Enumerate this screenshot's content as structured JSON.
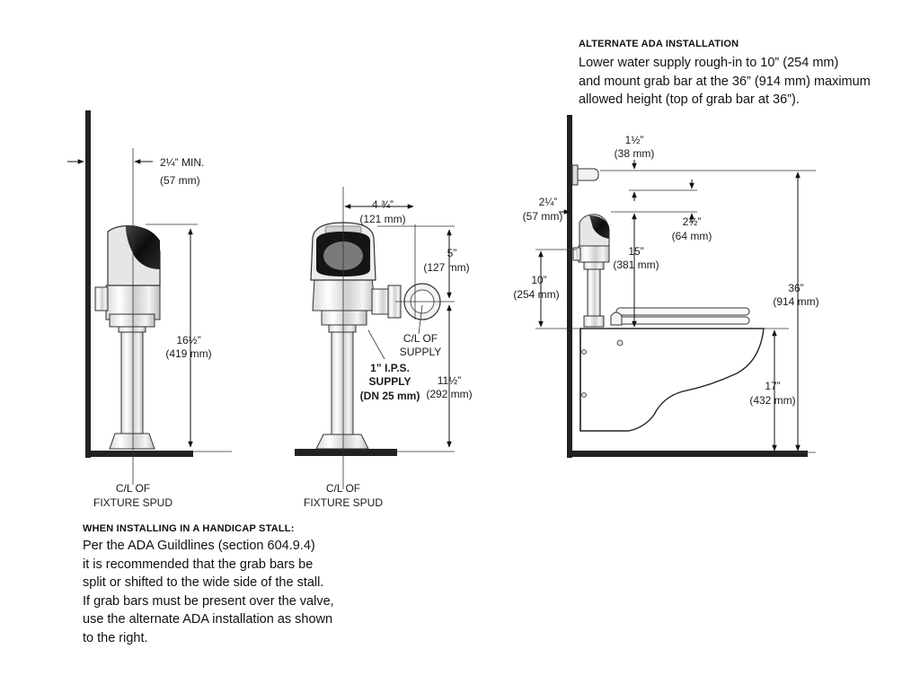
{
  "handicap_note": {
    "heading": "WHEN INSTALLING IN A HANDICAP STALL",
    "lines": [
      "Per the ADA Guildlines (section 604.9.4)",
      "it is recommended that the grab bars be",
      "split or shifted to the wide side of the stall.",
      "If grab bars must be present over the valve,",
      "use the alternate ADA installation as shown",
      "to the right."
    ]
  },
  "alternate_note": {
    "heading": "ALTERNATE ADA INSTALLATION",
    "lines": [
      "Lower water supply rough-in to 10” (254 mm)",
      "and mount grab bar at the 36” (914 mm) maximum",
      "allowed height (top of grab bar at 36”)."
    ]
  },
  "side_view": {
    "wall_offset": [
      "2¼” MIN.",
      "(57 mm)"
    ],
    "height": [
      "16½”",
      "(419 mm)"
    ],
    "centerline": [
      "C/L OF",
      "FIXTURE SPUD"
    ]
  },
  "front_view": {
    "width": [
      "4 ¾”",
      "(121 mm)"
    ],
    "supply_offset": [
      "5”",
      "(127 mm)"
    ],
    "supply_label": [
      "C/L OF",
      "SUPPLY"
    ],
    "ips_label": [
      "1” I.P.S.",
      "SUPPLY",
      "(DN 25 mm)"
    ],
    "supply_height": [
      "11½”",
      "(292 mm)"
    ],
    "centerline": [
      "C/L OF",
      "FIXTURE SPUD"
    ]
  },
  "alternate_view": {
    "grab_bar_gap": [
      "1½”",
      "(38 mm)"
    ],
    "wall_offset": [
      "2¼”",
      "(57 mm)"
    ],
    "valve_gap": [
      "2½”",
      "(64 mm)"
    ],
    "valve_height": [
      "15”",
      "(381 mm)"
    ],
    "supply_height": [
      "10”",
      "(254 mm)"
    ],
    "grab_bar_height": [
      "36”",
      "(914 mm)"
    ],
    "bowl_height": [
      "17”",
      "(432 mm)"
    ]
  }
}
